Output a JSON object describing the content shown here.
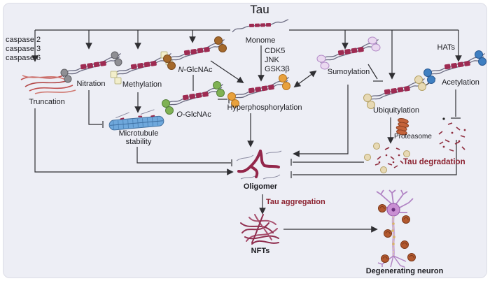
{
  "title": "Tau",
  "monomer": {
    "label": "Monome"
  },
  "kinases": {
    "k1": "CDK5",
    "k2": "JNK",
    "k3": "GSK3β"
  },
  "caspases": {
    "c1": "caspase 2",
    "c2": "caspase 3",
    "c3": "caspase 6"
  },
  "hats": {
    "label": "HATs"
  },
  "modifications": {
    "truncation": "Truncation",
    "nitration": "Nitration",
    "methylation": "Methylation",
    "nglcnac_prefix": "N",
    "nglcnac_rest": "-GlcNAc",
    "oglcnac_prefix": "O",
    "oglcnac_rest": "-GlcNAc",
    "hyperphosphorylation": "Hyperphosphorylation",
    "sumoylation": "Sumoylation",
    "ubiquitylation": "Ubiquitylation",
    "acetylation": "Acetylation"
  },
  "microtubule": {
    "line1": "Microtubule",
    "line2": "stability"
  },
  "degradation": {
    "proteasome": "Proteasome",
    "tau_degradation": "Tau degradation"
  },
  "aggregation": {
    "oligomer": "Oligomer",
    "tau_aggregation": "Tau aggregation",
    "nfts": "NFTs",
    "neuron": "Degenerating neuron"
  },
  "colors": {
    "background": "#edeef5",
    "tau_repeat": "#9e2b52",
    "arrow": "#2f2f33",
    "accent_red_text": "#8c2230",
    "phospho": "#e8a13c",
    "nitration": "#8f8f94",
    "methylation": "#f2eecb",
    "nglcnac": "#a5692b",
    "oglcnac": "#7fb254",
    "sumo": "#ead9f0",
    "ubiquitin": "#e7d9b4",
    "acetyl": "#3f7fc1",
    "microtubule": "#6fa8dc",
    "proteasome": "#c4633a",
    "neuron": "#b184c4",
    "tangle": "#b3592f"
  }
}
